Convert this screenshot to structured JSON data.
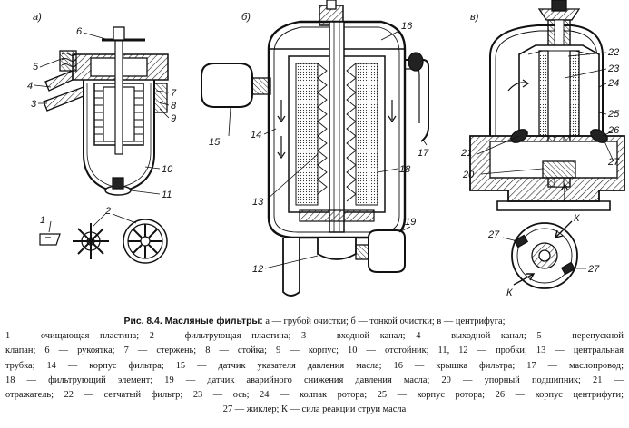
{
  "panels": {
    "a": "а)",
    "b": "б)",
    "c": "в)"
  },
  "callouts": {
    "p1": "1",
    "p2": "2",
    "p3": "3",
    "p4": "4",
    "p5": "5",
    "p6": "6",
    "p7": "7",
    "p8": "8",
    "p9": "9",
    "p10": "10",
    "p11": "11",
    "p12": "12",
    "p13": "13",
    "p14": "14",
    "p15": "15",
    "p16": "16",
    "p17": "17",
    "p18": "18",
    "p19": "19",
    "p20": "20",
    "p21": "21",
    "p22": "22",
    "p23": "23",
    "p24": "24",
    "p25": "25",
    "p26": "26",
    "p27a": "27",
    "p27b": "27",
    "p27c": "27",
    "k1": "К",
    "k2": "К"
  },
  "caption": {
    "title": "Рис. 8.4. Масляные фильтры:",
    "line1": "а — грубой очистки; б — тонкой очистки; в — центрифуга;",
    "line2": "1 — очищающая пластина; 2 — фильтрующая пластина; 3 — входной канал; 4 — выходной канал; 5 — перепускной",
    "line3": "клапан; 6 — рукоятка; 7 — стержень; 8 — стойка; 9 — корпус; 10 — отстойник; 11, 12 — пробки; 13 — центральная",
    "line4": "трубка; 14 — корпус фильтра; 15 — датчик указателя давления масла; 16 — крышка фильтра; 17 — маслопровод;",
    "line5": "18 — фильтрующий элемент; 19 — датчик аварийного снижения давления масла; 20 — упорный подшипник; 21 —",
    "line6": "отражатель; 22 — сетчатый фильтр; 23 — ось; 24 — колпак ротора; 25 — корпус ротора; 26 — корпус центрифуги;",
    "line7": "27 — жиклер; К — сила реакции струи масла"
  }
}
